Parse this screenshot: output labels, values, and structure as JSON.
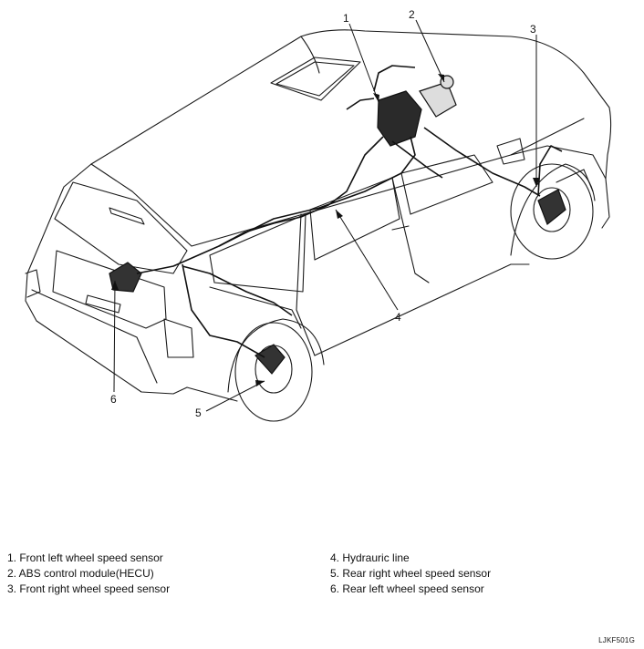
{
  "callouts": [
    "1",
    "2",
    "3",
    "4",
    "5",
    "6"
  ],
  "legend": {
    "left": [
      "1. Front left wheel speed sensor",
      "2. ABS control module(HECU)",
      "3. Front right wheel speed sensor"
    ],
    "right": [
      "4. Hydrauric line",
      "5. Rear right wheel speed sensor",
      "6. Rear left wheel speed sensor"
    ]
  },
  "figure_code": "LJKF501G"
}
